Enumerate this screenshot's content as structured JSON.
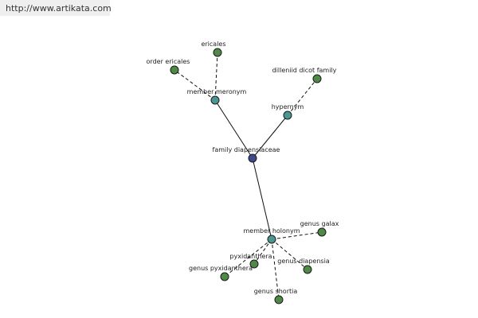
{
  "source": {
    "url": "http://www.artikata.com"
  },
  "colors": {
    "root": "#3f4a8c",
    "relation": "#4a9691",
    "leaf": "#4e8a45",
    "edge": "#111111"
  },
  "graph": {
    "nodes": [
      {
        "id": "root",
        "label": "family diapensiaceae",
        "kind": "root"
      },
      {
        "id": "member-meronym",
        "label": "member meronym",
        "kind": "relation"
      },
      {
        "id": "hypernym",
        "label": "hypernym",
        "kind": "relation"
      },
      {
        "id": "member-holonym",
        "label": "member holonym",
        "kind": "relation"
      },
      {
        "id": "ericales",
        "label": "ericales",
        "kind": "leaf"
      },
      {
        "id": "order-ericales",
        "label": "order ericales",
        "kind": "leaf"
      },
      {
        "id": "dilleniid-dicot-family",
        "label": "dilleniid dicot family",
        "kind": "leaf"
      },
      {
        "id": "genus-galax",
        "label": "genus galax",
        "kind": "leaf"
      },
      {
        "id": "pyxidanthera",
        "label": "pyxidanthera",
        "kind": "leaf"
      },
      {
        "id": "genus-pyxidanthera",
        "label": "genus pyxidanthera",
        "kind": "leaf"
      },
      {
        "id": "genus-diapensia",
        "label": "genus diapensia",
        "kind": "leaf"
      },
      {
        "id": "genus-shortia",
        "label": "genus shortia",
        "kind": "leaf"
      }
    ],
    "edges": [
      {
        "from": "root",
        "to": "member-meronym",
        "style": "solid"
      },
      {
        "from": "root",
        "to": "hypernym",
        "style": "solid"
      },
      {
        "from": "root",
        "to": "member-holonym",
        "style": "solid"
      },
      {
        "from": "member-meronym",
        "to": "ericales",
        "style": "dashed"
      },
      {
        "from": "member-meronym",
        "to": "order-ericales",
        "style": "dashed"
      },
      {
        "from": "hypernym",
        "to": "dilleniid-dicot-family",
        "style": "dashed"
      },
      {
        "from": "member-holonym",
        "to": "genus-galax",
        "style": "dashed"
      },
      {
        "from": "member-holonym",
        "to": "pyxidanthera",
        "style": "dashed"
      },
      {
        "from": "member-holonym",
        "to": "genus-pyxidanthera",
        "style": "dashed"
      },
      {
        "from": "member-holonym",
        "to": "genus-diapensia",
        "style": "dashed"
      },
      {
        "from": "member-holonym",
        "to": "genus-shortia",
        "style": "dashed"
      }
    ]
  }
}
